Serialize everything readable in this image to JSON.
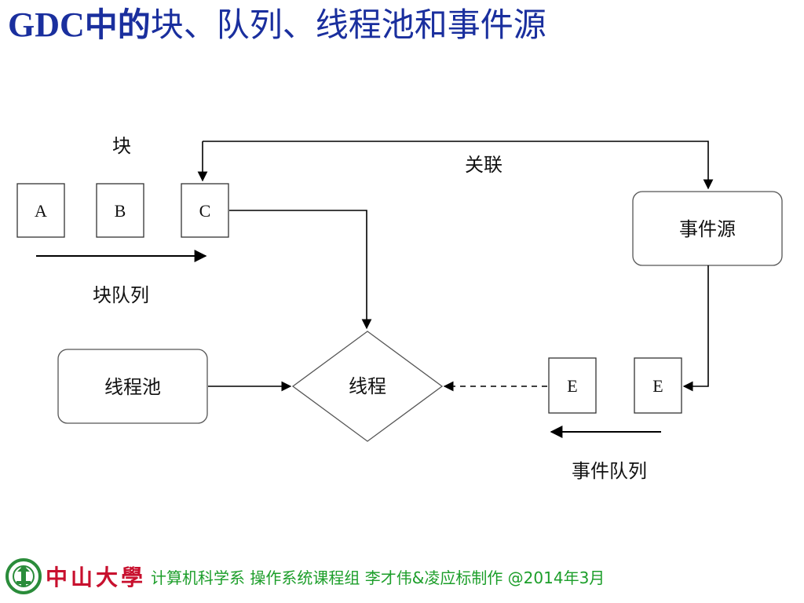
{
  "title": {
    "latin": "GDC",
    "bold": "中的",
    "rest": "块、队列、线程池和事件源"
  },
  "diagram": {
    "blocks_label": "块",
    "block_a": "A",
    "block_b": "B",
    "block_c": "C",
    "block_queue_label": "块队列",
    "association_label": "关联",
    "event_source": "事件源",
    "thread_pool": "线程池",
    "thread": "线程",
    "event_1": "E",
    "event_2": "E",
    "event_queue_label": "事件队列"
  },
  "footer": {
    "university": "中山大學",
    "credit": "计算机科学系 操作系统课程组 李才伟&凌应标制作 @2014年3月"
  },
  "colors": {
    "title": "#1a2f9e",
    "university": "#c8102e",
    "credit": "#1c9e2a",
    "logo": "#2a8c3a"
  }
}
